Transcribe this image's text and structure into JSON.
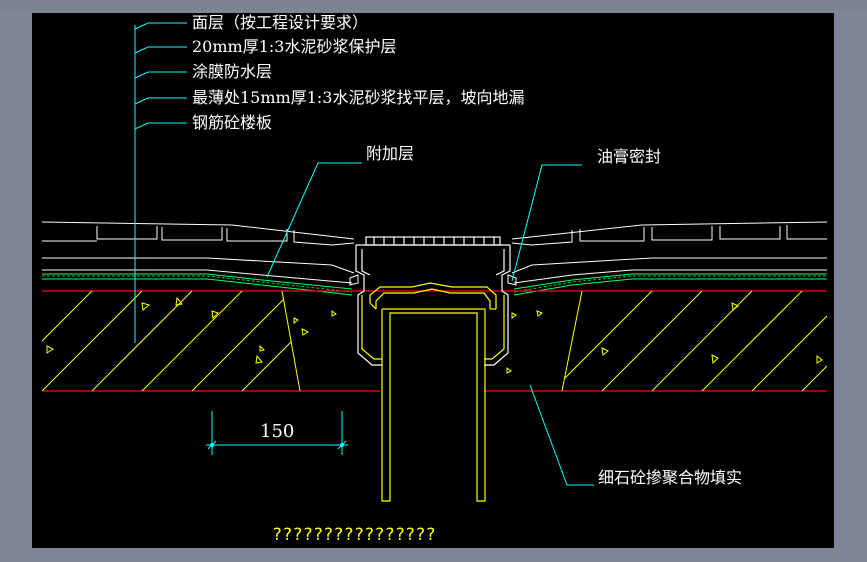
{
  "labels": {
    "layer1": "面层（按工程设计要求）",
    "layer2": "20mm厚1:3水泥砂浆保护层",
    "layer3": "涂膜防水层",
    "layer4": "最薄处15mm厚1:3水泥砂浆找平层，坡向地漏",
    "layer5": "钢筋砼楼板",
    "additional": "附加层",
    "sealant": "油膏密封",
    "fill": "细石砼掺聚合物填实"
  },
  "dimension": {
    "value": "150"
  },
  "title": "????????????????",
  "colors": {
    "background": "#000000",
    "leader": "#00ffff",
    "slab": "#ff0000",
    "hatch": "#ffff00",
    "outline": "#ffffff",
    "membrane": "#00ff66"
  }
}
